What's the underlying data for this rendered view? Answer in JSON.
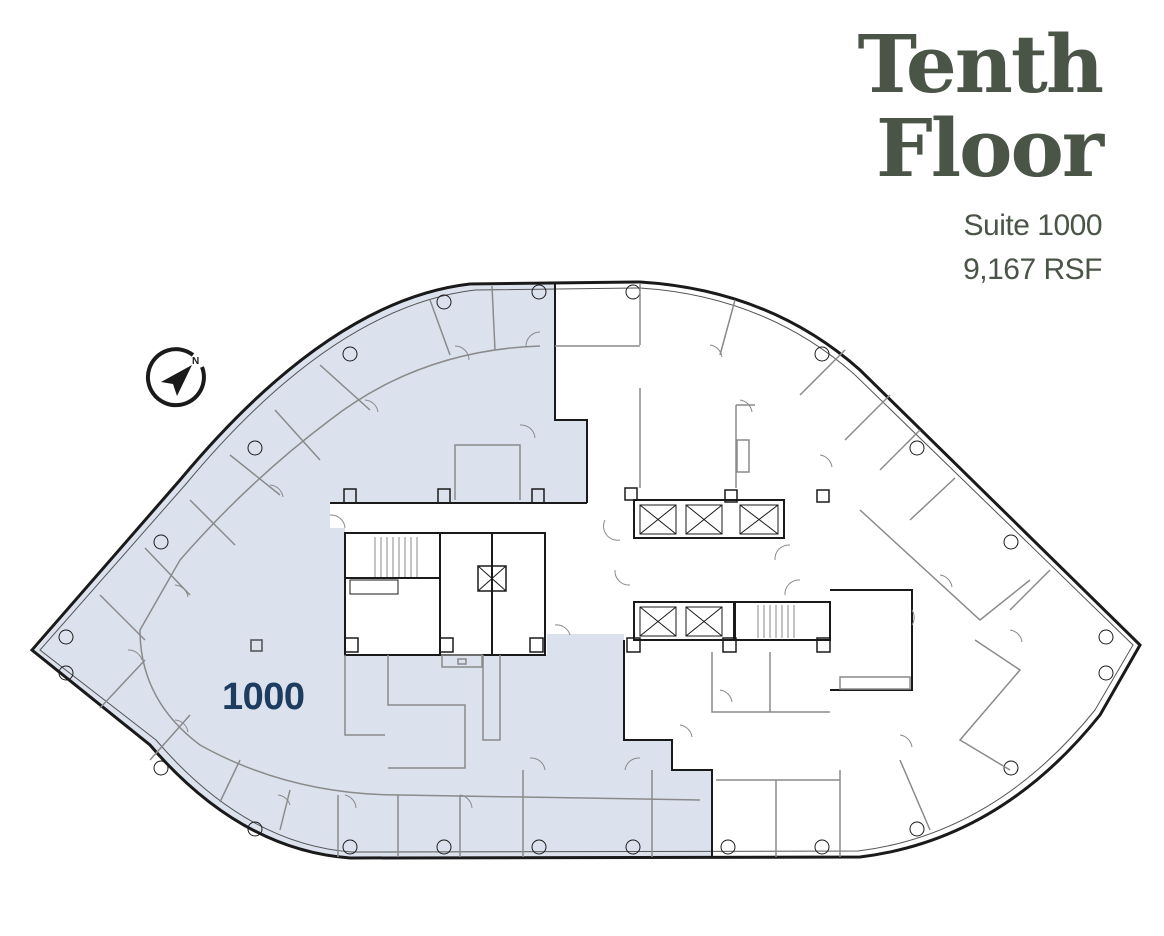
{
  "header": {
    "title_line1": "Tenth",
    "title_line2": "Floor",
    "suite": "Suite 1000",
    "area": "9,167 RSF"
  },
  "plan": {
    "suite_number": "1000",
    "compass_label": "N",
    "colors": {
      "highlight_fill": "#dbe2ee",
      "wall": "#1a1a1a",
      "partition": "#8a8a8a",
      "title_text": "#4a5548",
      "suite_text": "#1d3c60"
    }
  }
}
